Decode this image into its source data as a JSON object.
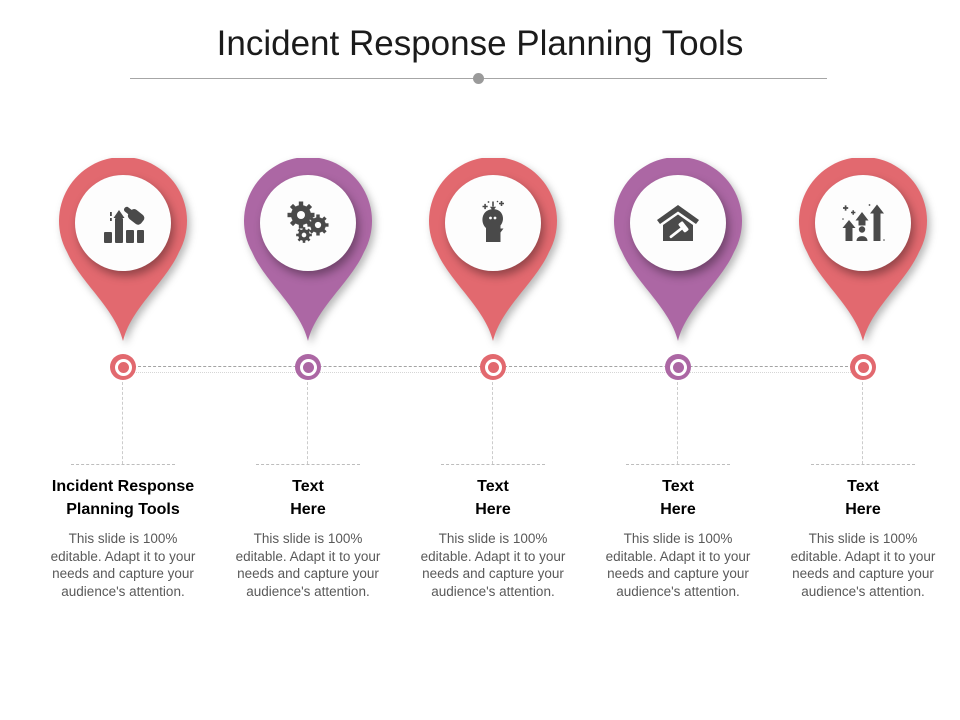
{
  "title": "Incident Response Planning Tools",
  "divider": {
    "line_color": "#a6a6a6",
    "dot_color": "#9a9a9a"
  },
  "colors": {
    "red_accent": "#E2696F",
    "purple_accent": "#AC67A4",
    "icon_gray": "#4A4A4A",
    "heading_text": "#000000",
    "body_text": "#595959"
  },
  "items": [
    {
      "icon": "hand-bar-chart-icon",
      "accent": "#E2696F",
      "heading_line1": "Incident Response",
      "heading_line2": "Planning Tools",
      "body": "This slide is 100% editable. Adapt it to your needs and capture your audience's attention."
    },
    {
      "icon": "gears-icon",
      "accent": "#AC67A4",
      "heading_line1": "Text",
      "heading_line2": "Here",
      "body": "This slide is 100% editable. Adapt it to your needs and capture your audience's attention."
    },
    {
      "icon": "head-knowledge-icon",
      "accent": "#E2696F",
      "heading_line1": "Text",
      "heading_line2": "Here",
      "body": "This slide is 100% editable. Adapt it to your needs and capture your audience's attention."
    },
    {
      "icon": "house-hammer-icon",
      "accent": "#AC67A4",
      "heading_line1": "Text",
      "heading_line2": "Here",
      "body": "This slide is 100% editable. Adapt it to your needs and capture your audience's attention."
    },
    {
      "icon": "growth-arrows-icon",
      "accent": "#E2696F",
      "heading_line1": "Text",
      "heading_line2": "Here",
      "body": "This slide is 100% editable. Adapt it to your needs and capture your audience's attention."
    }
  ]
}
